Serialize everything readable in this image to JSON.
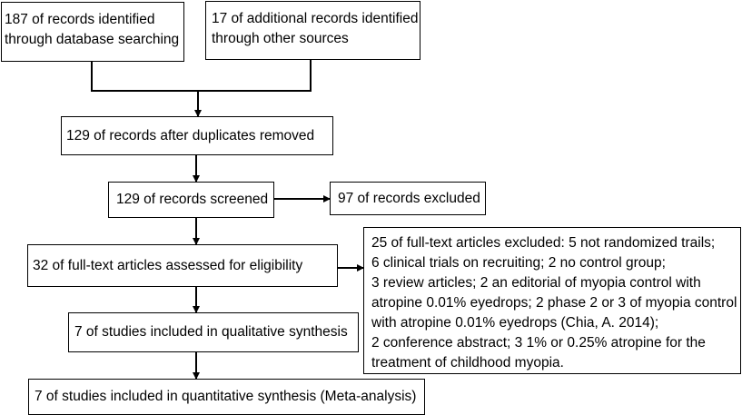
{
  "flowchart": {
    "db_search": [
      "187 of records identified",
      "through database searching"
    ],
    "other_sources": [
      "17 of additional records identified",
      "through other sources"
    ],
    "after_duplicates": "129 of records after duplicates removed",
    "screened": "129 of records screened",
    "excluded": "97 of records excluded",
    "fulltext_assessed": "32 of full-text articles assessed for eligibility",
    "fulltext_excluded": [
      "25 of full-text articles excluded: 5 not randomized trails;",
      "6 clinical trials on recruiting; 2 no control group;",
      "3 review articles; 2 an editorial of myopia control with",
      "atropine 0.01% eyedrops; 2 phase 2 or 3 of myopia control",
      "with atropine 0.01% eyedrops (Chia, A. 2014);",
      "2 conference abstract; 3 1% or 0.25% atropine for the",
      "treatment of childhood myopia."
    ],
    "qualitative": "7 of studies included in qualitative synthesis",
    "quantitative": "7 of studies included in quantitative synthesis (Meta-analysis)"
  }
}
